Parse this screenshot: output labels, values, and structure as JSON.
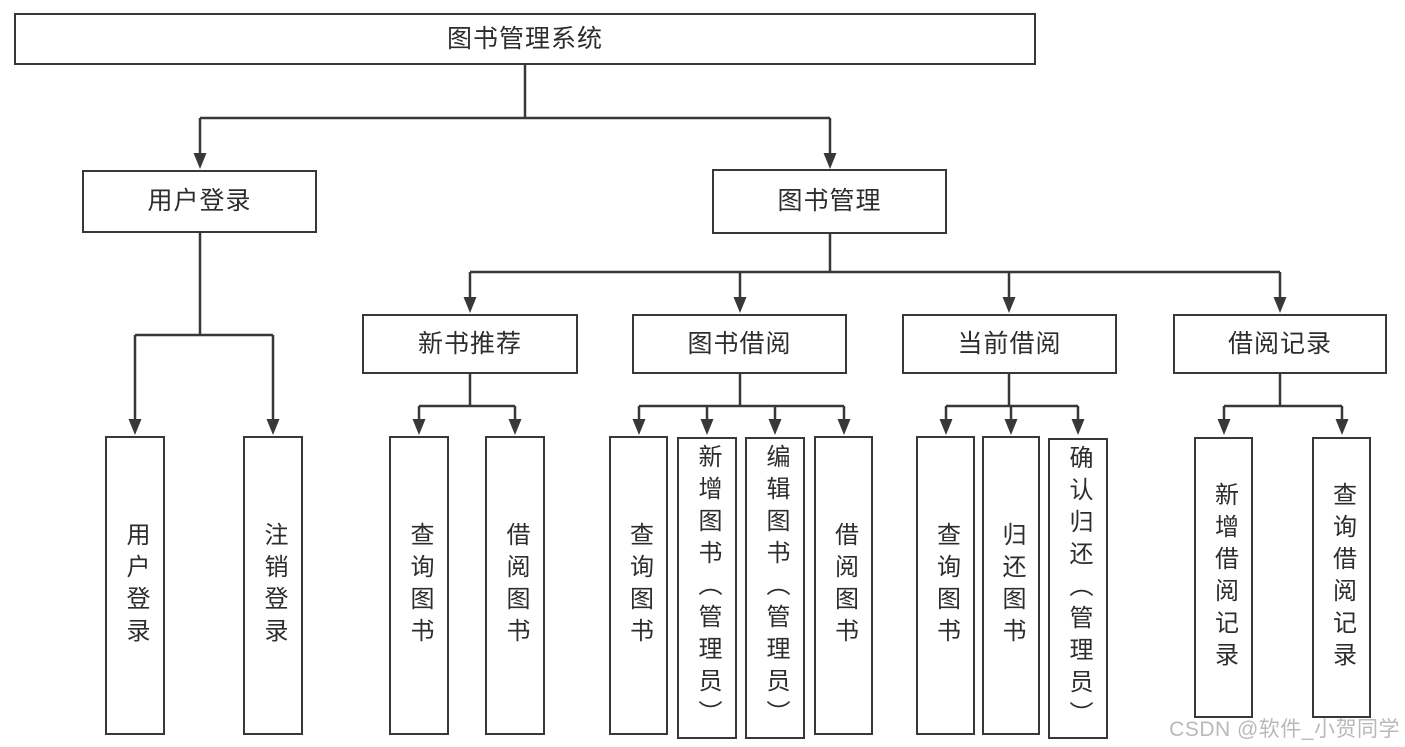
{
  "watermark": "CSDN @软件_小贺同学",
  "colors": {
    "line": "#383838",
    "text": "#2d2d2d",
    "box_fill": "#ffffff",
    "watermark": "#b9b9b9",
    "background": "#ffffff"
  },
  "tree": {
    "root": {
      "label": "图书管理系统"
    },
    "branches": [
      {
        "label": "用户登录",
        "children": [
          "用户登录",
          "注销登录"
        ]
      },
      {
        "label": "图书管理",
        "groups": [
          {
            "label": "新书推荐",
            "children": [
              "查询图书",
              "借阅图书"
            ]
          },
          {
            "label": "图书借阅",
            "children": [
              "查询图书",
              "新增图书（管理员）",
              "编辑图书（管理员）",
              "借阅图书"
            ]
          },
          {
            "label": "当前借阅",
            "children": [
              "查询图书",
              "归还图书",
              "确认归还（管理员）"
            ]
          },
          {
            "label": "借阅记录",
            "children": [
              "新增借阅记录",
              "查询借阅记录"
            ]
          }
        ]
      }
    ]
  }
}
